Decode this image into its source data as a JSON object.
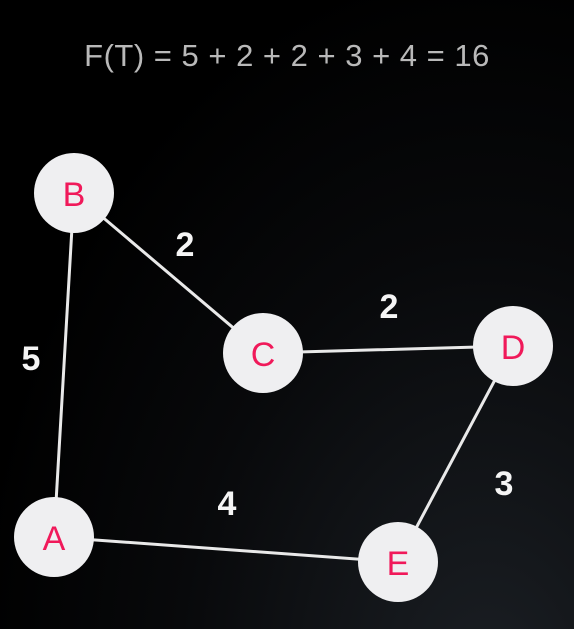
{
  "formula": "F(T) = 5 + 2 + 2 + 3 + 4 = 16",
  "nodes": [
    {
      "id": "B",
      "label": "B"
    },
    {
      "id": "C",
      "label": "C"
    },
    {
      "id": "D",
      "label": "D"
    },
    {
      "id": "A",
      "label": "A"
    },
    {
      "id": "E",
      "label": "E"
    }
  ],
  "edges": [
    {
      "from": "B",
      "to": "A",
      "weight": "5"
    },
    {
      "from": "B",
      "to": "C",
      "weight": "2"
    },
    {
      "from": "C",
      "to": "D",
      "weight": "2"
    },
    {
      "from": "D",
      "to": "E",
      "weight": "3"
    },
    {
      "from": "A",
      "to": "E",
      "weight": "4"
    }
  ],
  "colors": {
    "node_fill": "#efeff1",
    "node_label": "#f0195a",
    "edge": "#e9e9e9",
    "weight": "#f5f5f5",
    "formula": "#b9b9b9",
    "background": "#000000"
  }
}
